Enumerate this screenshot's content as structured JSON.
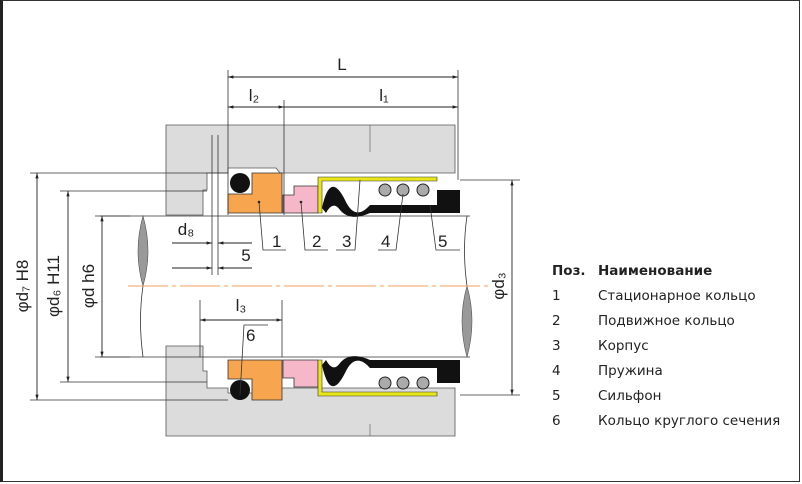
{
  "dimensions": {
    "L": "L",
    "l1": "l₁",
    "l2": "l₂",
    "l3": "l₃",
    "d8": "d₈",
    "gap5": "5",
    "d7": "φd₇ H8",
    "d6": "φd₆ H11",
    "d": "φd h6",
    "d3": "φd₃"
  },
  "callouts": [
    "1",
    "2",
    "3",
    "4",
    "5",
    "6"
  ],
  "legend": {
    "header_pos": "Поз.",
    "header_name": "Наименование",
    "rows": [
      {
        "pos": "1",
        "name": "Стационарное кольцо"
      },
      {
        "pos": "2",
        "name": "Подвижное кольцо"
      },
      {
        "pos": "3",
        "name": "Корпус"
      },
      {
        "pos": "4",
        "name": "Пружина"
      },
      {
        "pos": "5",
        "name": "Сильфон"
      },
      {
        "pos": "6",
        "name": "Кольцо круглого сечения"
      }
    ]
  },
  "colors": {
    "stationary_ring": "#f7a64f",
    "rotating_ring": "#f6b8c8",
    "housing": "#e8e61a",
    "bellows": "#000000",
    "gland": "#dcdcdc",
    "centerline": "#f0a060"
  }
}
